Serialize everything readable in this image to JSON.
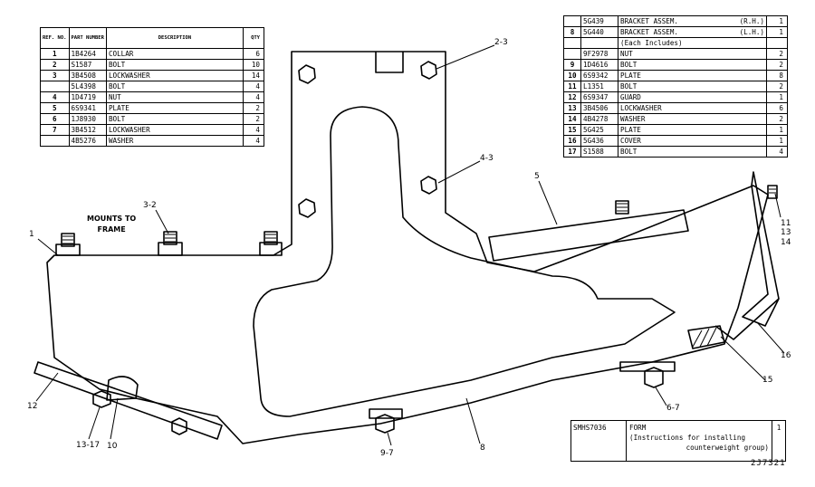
{
  "left_table": {
    "headers": {
      "ref": "REF. NO.",
      "part": "PART NUMBER",
      "desc": "DESCRIPTION",
      "qty": "QTY"
    },
    "rows": [
      {
        "ref": "1",
        "part": "1B4264",
        "desc": "COLLAR",
        "qty": "6"
      },
      {
        "ref": "2",
        "part": "S1587",
        "desc": "BOLT",
        "qty": "10"
      },
      {
        "ref": "3",
        "part": "3B4508",
        "desc": "LOCKWASHER",
        "qty": "14"
      },
      {
        "ref": "",
        "part": "5L4398",
        "desc": "BOLT",
        "qty": "4"
      },
      {
        "ref": "4",
        "part": "1D4719",
        "desc": "NUT",
        "qty": "4"
      },
      {
        "ref": "5",
        "part": "6S9341",
        "desc": "PLATE",
        "qty": "2"
      },
      {
        "ref": "6",
        "part": "1J8930",
        "desc": "BOLT",
        "qty": "2"
      },
      {
        "ref": "7",
        "part": "3B4512",
        "desc": "LOCKWASHER",
        "qty": "4"
      },
      {
        "ref": "",
        "part": "4B5276",
        "desc": "WASHER",
        "qty": "4"
      }
    ]
  },
  "right_table": {
    "rows": [
      {
        "ref": "",
        "part": "5G439",
        "desc": "BRACKET ASSEM.",
        "side": "(R.H.)",
        "qty": "1"
      },
      {
        "ref": "8",
        "part": "5G440",
        "desc": "BRACKET ASSEM.",
        "side": "(L.H.)",
        "qty": "1"
      },
      {
        "ref": "",
        "part": "",
        "desc": "(Each Includes)",
        "side": "",
        "qty": ""
      },
      {
        "ref": "",
        "part": "9F2978",
        "desc": "NUT",
        "side": "",
        "qty": "2"
      },
      {
        "ref": "9",
        "part": "1D4616",
        "desc": "BOLT",
        "side": "",
        "qty": "2"
      },
      {
        "ref": "10",
        "part": "6S9342",
        "desc": "PLATE",
        "side": "",
        "qty": "8"
      },
      {
        "ref": "11",
        "part": "L1351",
        "desc": "BOLT",
        "side": "",
        "qty": "2"
      },
      {
        "ref": "12",
        "part": "6S9347",
        "desc": "GUARD",
        "side": "",
        "qty": "1"
      },
      {
        "ref": "13",
        "part": "3B4506",
        "desc": "LOCKWASHER",
        "side": "",
        "qty": "6"
      },
      {
        "ref": "14",
        "part": "4B4278",
        "desc": "WASHER",
        "side": "",
        "qty": "2"
      },
      {
        "ref": "15",
        "part": "5G425",
        "desc": "PLATE",
        "side": "",
        "qty": "1"
      },
      {
        "ref": "16",
        "part": "5G436",
        "desc": "COVER",
        "side": "",
        "qty": "1"
      },
      {
        "ref": "17",
        "part": "S1588",
        "desc": "BOLT",
        "side": "",
        "qty": "4"
      }
    ]
  },
  "form": {
    "part": "SMHS7036",
    "desc_line1": "FORM",
    "desc_line2": "(Instructions for installing",
    "desc_line3": "counterweight group)",
    "qty": "1"
  },
  "mounts_note": {
    "line1": "MOUNTS TO",
    "line2": "FRAME"
  },
  "callouts": {
    "c1": "1",
    "c2_3": "2-3",
    "c3_2": "3-2",
    "c4_3": "4-3",
    "c5": "5",
    "c6_7": "6-7",
    "c8": "8",
    "c9_7": "9-7",
    "c10": "10",
    "c11": "11",
    "c13": "13",
    "c14": "14",
    "c12": "12",
    "c13_17": "13-17",
    "c15": "15",
    "c16": "16"
  },
  "drawing_number": "2J7321"
}
